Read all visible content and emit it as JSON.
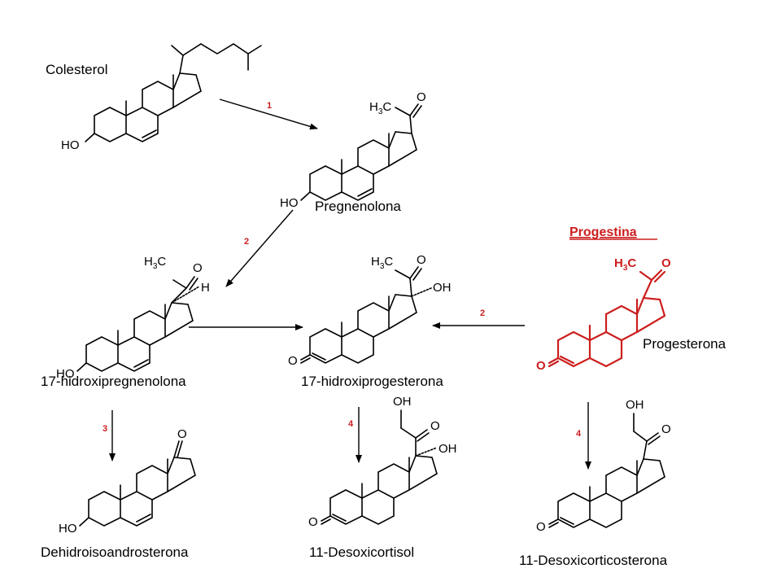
{
  "compounds": {
    "cholesterol": "Colesterol",
    "pregnenolone": "Pregnenolona",
    "hydroxypregnenolone": "17-hidroxipregnenolona",
    "hydroxyprogesterone": "17-hidroxiprogesterona",
    "progesterone": "Progesterona",
    "dhea": "Dehidroisoandrosterona",
    "desoxycortisol": "11-Desoxicortisol",
    "desoxycorticosterone": "11-Desoxicorticosterona"
  },
  "group_title": "Progestina",
  "steps": {
    "s1": "1",
    "s2a": "2",
    "s2b": "2",
    "s3": "3",
    "s4a": "4",
    "s4b": "4"
  },
  "atoms": {
    "ho": "HO",
    "o": "O",
    "oh": "OH",
    "h": "H",
    "h3c_h": "H",
    "h3c_3": "3",
    "h3c_c": "C"
  },
  "colors": {
    "highlight": "#cc1e1e",
    "ink": "#000000"
  }
}
